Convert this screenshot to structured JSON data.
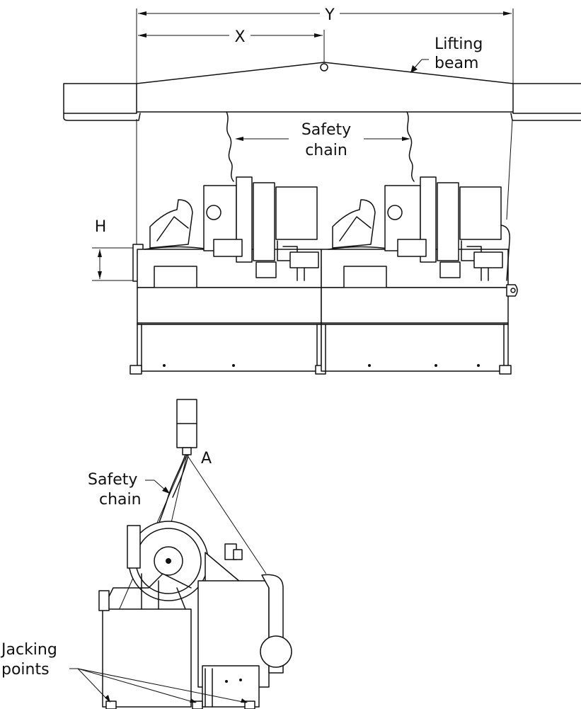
{
  "labels": {
    "y": "Y",
    "x": "X",
    "lifting_beam_1": "Lifting",
    "lifting_beam_2": "beam",
    "safety_chain_top_1": "Safety",
    "safety_chain_top_2": "chain",
    "h": "H",
    "a": "A",
    "safety_chain_side_1": "Safety",
    "safety_chain_side_2": "chain",
    "jacking_points_1": "Jacking",
    "jacking_points_2": "points"
  },
  "colors": {
    "line": "#111111",
    "background": "#ffffff"
  }
}
